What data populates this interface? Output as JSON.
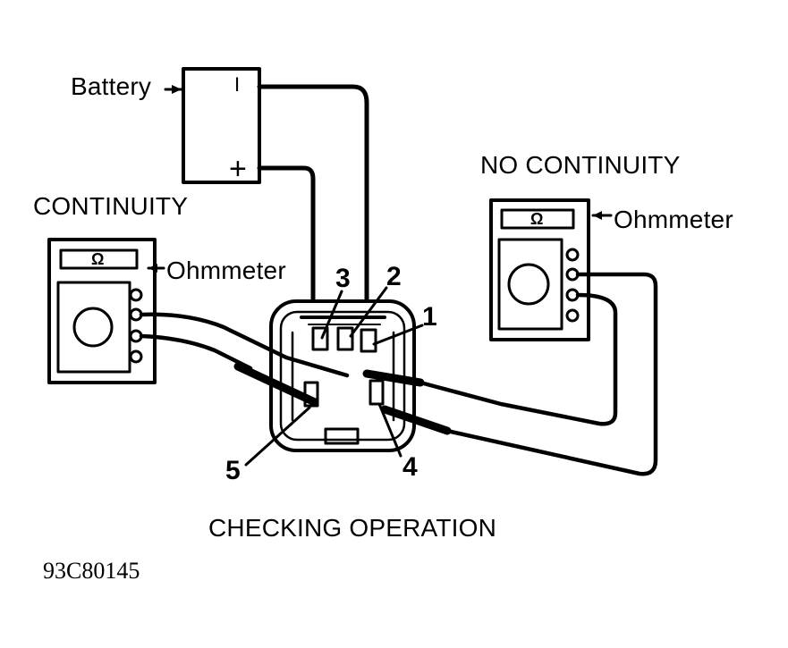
{
  "labels": {
    "battery": "Battery",
    "battery_negative": "I",
    "battery_positive": "+",
    "continuity": "CONTINUITY",
    "no_continuity": "NO CONTINUITY",
    "ohmmeter_left": "Ohmmeter",
    "ohmmeter_right": "Ohmmeter",
    "ohm_symbol_left": "Ω",
    "ohm_symbol_right": "Ω",
    "terminals": [
      "1",
      "2",
      "3",
      "4",
      "5"
    ],
    "caption": "CHECKING OPERATION",
    "figure_code": "93C80145"
  },
  "colors": {
    "ink": "#000000",
    "paper": "#ffffff"
  }
}
